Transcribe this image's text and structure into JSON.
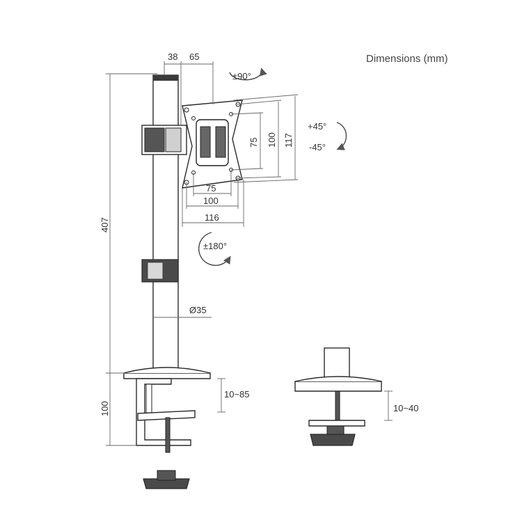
{
  "title": "Dimensions (mm)",
  "dimensions": {
    "pole_offset": "38",
    "arm_offset": "65",
    "height_total": "407",
    "clamp_height": "100",
    "diameter": "Ø35",
    "clamp_range_c": "10~85",
    "clamp_range_grommet": "10~40",
    "vesa_v_75": "75",
    "vesa_v_100": "100",
    "plate_v_117": "117",
    "vesa_h_75": "75",
    "vesa_h_100": "100",
    "plate_h_116": "116"
  },
  "rotations": {
    "rotate": "±90°",
    "swivel": "±180°",
    "tilt_up": "+45°",
    "tilt_down": "-45°"
  }
}
